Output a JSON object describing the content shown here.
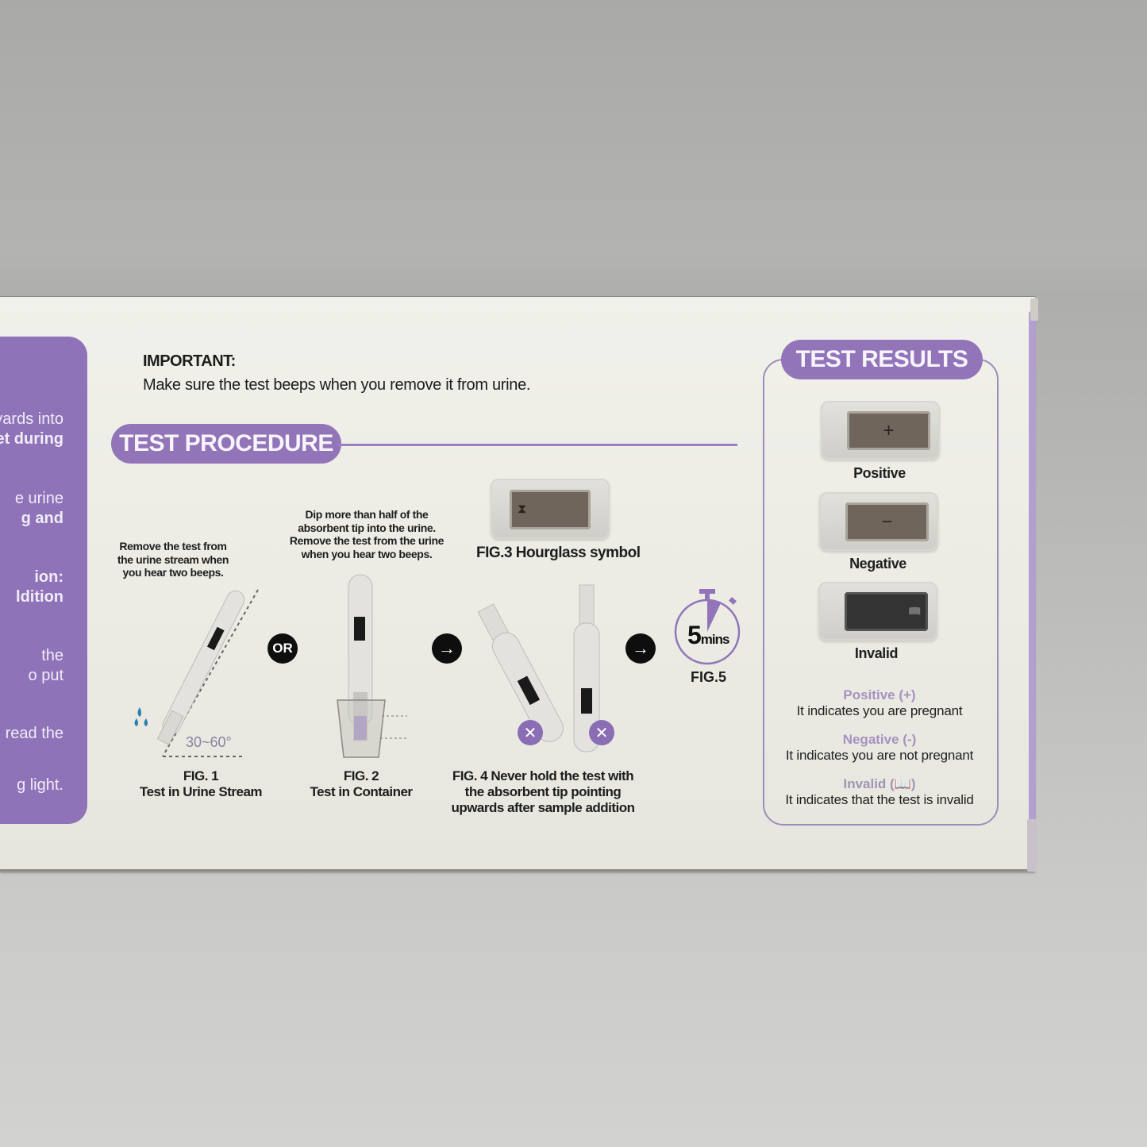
{
  "scene": {
    "description": "Side panel of a digital pregnancy test box photographed on a grey surface",
    "colors": {
      "brand_purple": "#9275b9",
      "panel_purple": "#8f73b8",
      "box_white": "#efefe8",
      "background_grey": "#b0b0ae",
      "lcd_brown": "#6f655a"
    }
  },
  "left_panel": {
    "lines": [
      {
        "text": "vards into",
        "bold": false
      },
      {
        "text": "et during",
        "bold": true
      },
      {
        "text": "e urine",
        "bold": false
      },
      {
        "text": "g and",
        "bold": true
      },
      {
        "text": "ion:",
        "bold": true
      },
      {
        "text": "ldition",
        "bold": true
      },
      {
        "text": "the",
        "bold": false
      },
      {
        "text": "o put",
        "bold": false
      },
      {
        "text": "read the",
        "bold": false
      },
      {
        "text": "g light.",
        "bold": false
      }
    ]
  },
  "important": {
    "label": "IMPORTANT:",
    "text": "Make sure the test beeps when you remove it from urine."
  },
  "procedure": {
    "title": "TEST PROCEDURE",
    "fig1": {
      "instruction": [
        "Remove the test from",
        "the urine stream when",
        "you hear two beeps."
      ],
      "angle": "30~60°",
      "label": "FIG. 1",
      "caption": "Test in Urine Stream"
    },
    "or_label": "OR",
    "fig2": {
      "instruction": [
        "Dip more than half of the",
        "absorbent tip into the urine.",
        "Remove the test from the urine",
        "when you hear two beeps."
      ],
      "label": "FIG. 2",
      "caption": "Test in Container"
    },
    "arrow1": "→",
    "fig3": {
      "caption": "FIG.3 Hourglass symbol",
      "lcd_symbol": "⧗"
    },
    "fig4": {
      "caption": [
        "FIG. 4 Never hold the test with",
        "the absorbent tip pointing",
        "upwards after sample addition"
      ],
      "x_mark": "✕"
    },
    "arrow2": "→",
    "fig5": {
      "timer_number": "5",
      "timer_unit": "mins",
      "label": "FIG.5"
    }
  },
  "results": {
    "title": "TEST RESULTS",
    "displays": [
      {
        "symbol": "+",
        "label": "Positive"
      },
      {
        "symbol": "−",
        "label": "Negative"
      },
      {
        "symbol": "📖",
        "label": "Invalid"
      }
    ],
    "legend": [
      {
        "title": "Positive (+)",
        "desc": "It indicates you are pregnant"
      },
      {
        "title": "Negative (-)",
        "desc": "It indicates you are not pregnant"
      },
      {
        "title": "Invalid (📖)",
        "desc": "It indicates that the test is invalid"
      }
    ]
  }
}
